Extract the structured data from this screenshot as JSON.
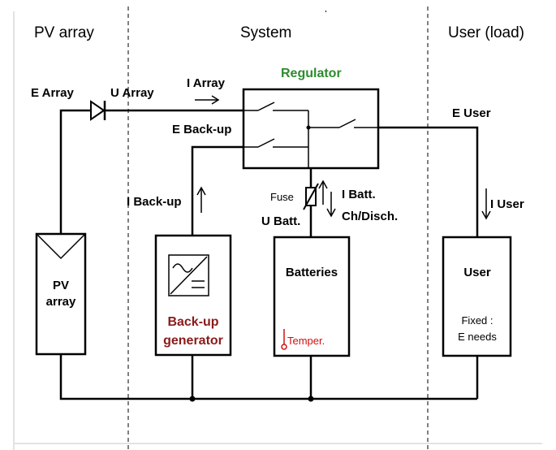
{
  "sections": {
    "pv_array": "PV array",
    "system": "System",
    "user_load": "User (load)"
  },
  "labels": {
    "e_array": "E Array",
    "u_array": "U Array",
    "i_array": "I Array",
    "regulator": "Regulator",
    "e_backup": "E Back-up",
    "e_user": "E User",
    "i_backup": "I Back-up",
    "fuse": "Fuse",
    "i_batt": "I Batt.",
    "ch_disch": "Ch/Disch.",
    "u_batt": "U Batt.",
    "i_user": "I User"
  },
  "boxes": {
    "pv_line1": "PV",
    "pv_line2": "array",
    "backup_line1": "Back-up",
    "backup_line2": "generator",
    "batteries": "Batteries",
    "temper": "Temper.",
    "user": "User",
    "user_note1": "Fixed :",
    "user_note2": "E needs"
  },
  "colors": {
    "regulator_label": "#2e8b2e",
    "backup_label": "#8b1a1a",
    "temper_label": "#d01010"
  }
}
